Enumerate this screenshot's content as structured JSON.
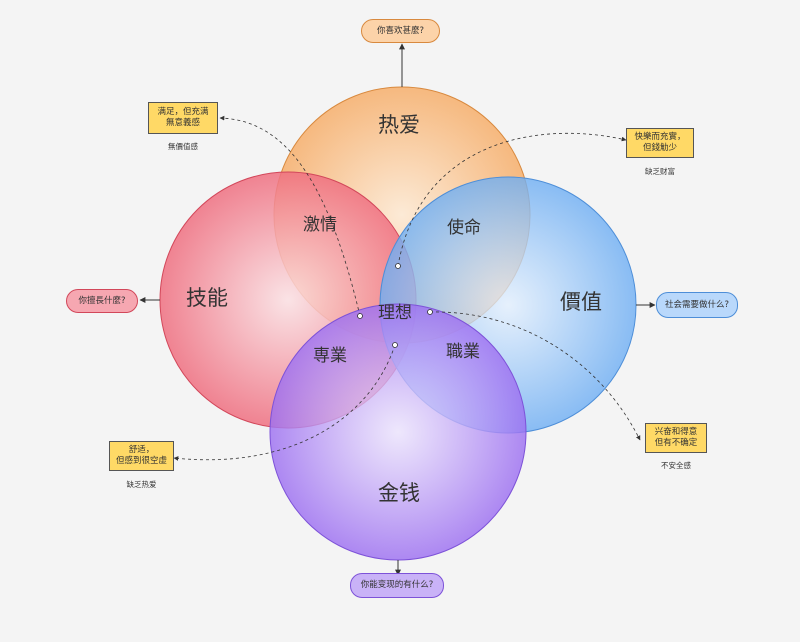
{
  "circles": {
    "love": {
      "label": "热爱"
    },
    "skill": {
      "label": "技能"
    },
    "value": {
      "label": "價值"
    },
    "money": {
      "label": "金钱"
    }
  },
  "overlaps": {
    "passion": "激情",
    "mission": "使命",
    "profession": "専業",
    "vocation": "職業",
    "ikigai": "理想"
  },
  "questions": {
    "love": "你喜欢甚麼?",
    "skill": "你擅長什麼?",
    "value": "社会需要做什么?",
    "money": "你能变现的有什么?"
  },
  "notes": {
    "top_left": {
      "text": "满足，但充满\n無意義感",
      "caption": "無價值感"
    },
    "top_right": {
      "text": "快樂而充實，\n但錢觔少",
      "caption": "缺乏财富"
    },
    "bottom_left": {
      "text": "舒适，\n但感到很空虚",
      "caption": "缺乏热爱"
    },
    "bottom_right": {
      "text": "兴奋和得意\n但有不确定",
      "caption": "不安全感"
    }
  },
  "colors": {
    "love": "#f4a04e",
    "skill": "#ec5a6c",
    "value": "#68aaf2",
    "money": "#9a6bf0",
    "note": "#ffd966"
  }
}
